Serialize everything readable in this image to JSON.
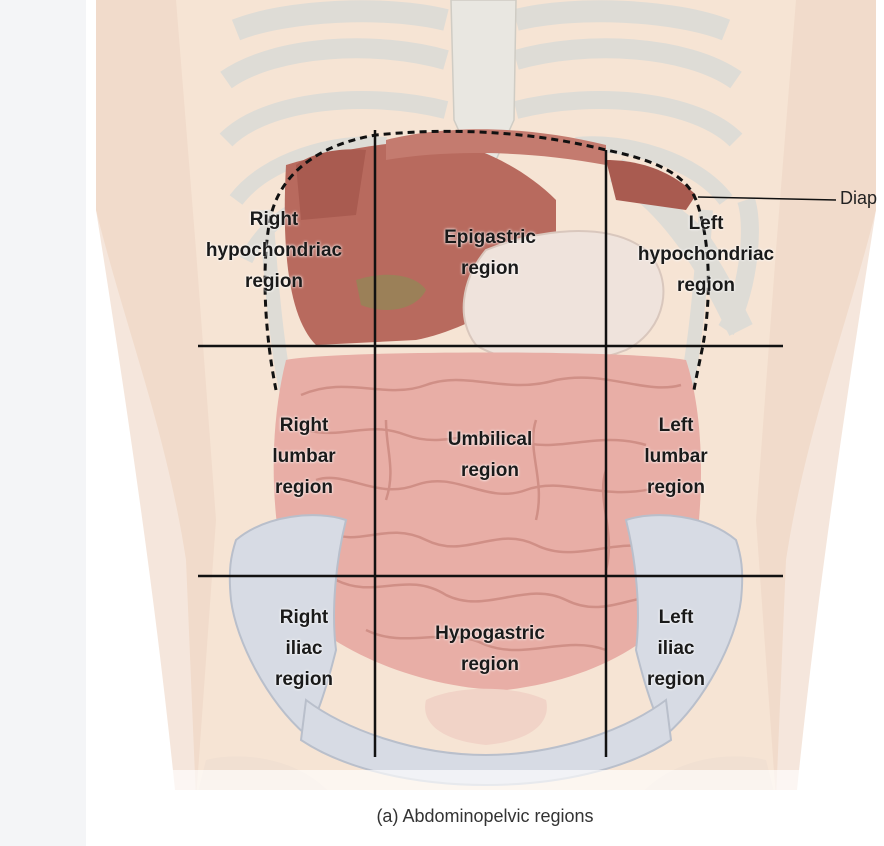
{
  "regions": {
    "right_hypochondriac": "Right\nhypochondriac\nregion",
    "epigastric": "Epigastric\nregion",
    "left_hypochondriac": "Left\nhypochondriac\nregion",
    "right_lumbar": "Right\nlumbar\nregion",
    "umbilical": "Umbilical\nregion",
    "left_lumbar": "Left\nlumbar\nregion",
    "right_iliac": "Right\niliac\nregion",
    "hypogastric": "Hypogastric\nregion",
    "left_iliac": "Left\niliac\nregion"
  },
  "callout": "Diap",
  "caption": "(a) Abdominopelvic regions",
  "colors": {
    "skin": "#f6e4d4",
    "bone": "#e4e2dc",
    "muscle": "#b86a5e",
    "intestine": "#e8aea6",
    "pelvis": "#d7dbe4",
    "grid_line": "#111111"
  }
}
